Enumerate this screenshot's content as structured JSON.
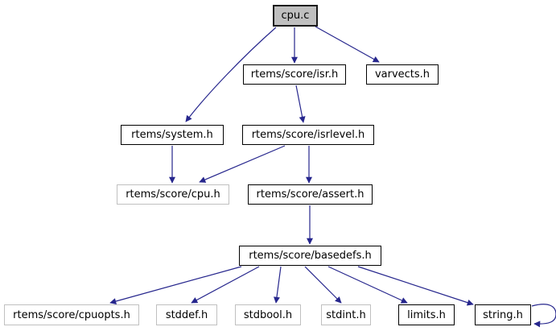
{
  "diagram": {
    "type": "include-dependency-graph",
    "root_file": "cpu.c",
    "background": "#ffffff",
    "edge_color": "#26268d",
    "node_fill": "#ffffff",
    "root_node_fill": "#bfbfbf",
    "external_node_border": "#c0c0c0",
    "linked_node_border": "#000000"
  },
  "graph": {
    "nodes": [
      {
        "id": "cpu_c",
        "label": "cpu.c",
        "kind": "root",
        "clickable": false
      },
      {
        "id": "isr_h",
        "label": "rtems/score/isr.h",
        "kind": "linked",
        "clickable": true
      },
      {
        "id": "varvects_h",
        "label": "varvects.h",
        "kind": "linked",
        "clickable": true
      },
      {
        "id": "system_h",
        "label": "rtems/system.h",
        "kind": "linked",
        "clickable": true
      },
      {
        "id": "isrlevel_h",
        "label": "rtems/score/isrlevel.h",
        "kind": "linked",
        "clickable": true
      },
      {
        "id": "cpu_h",
        "label": "rtems/score/cpu.h",
        "kind": "plain",
        "clickable": false
      },
      {
        "id": "assert_h",
        "label": "rtems/score/assert.h",
        "kind": "linked",
        "clickable": true
      },
      {
        "id": "basedefs_h",
        "label": "rtems/score/basedefs.h",
        "kind": "linked",
        "clickable": true
      },
      {
        "id": "cpuopts_h",
        "label": "rtems/score/cpuopts.h",
        "kind": "plain",
        "clickable": false
      },
      {
        "id": "stddef_h",
        "label": "stddef.h",
        "kind": "plain",
        "clickable": false
      },
      {
        "id": "stdbool_h",
        "label": "stdbool.h",
        "kind": "plain",
        "clickable": false
      },
      {
        "id": "stdint_h",
        "label": "stdint.h",
        "kind": "plain",
        "clickable": false
      },
      {
        "id": "limits_h",
        "label": "limits.h",
        "kind": "linked",
        "clickable": true
      },
      {
        "id": "string_h",
        "label": "string.h",
        "kind": "linked",
        "clickable": true
      }
    ],
    "edges": [
      {
        "from": "cpu_c",
        "to": "system_h"
      },
      {
        "from": "cpu_c",
        "to": "isr_h"
      },
      {
        "from": "cpu_c",
        "to": "varvects_h"
      },
      {
        "from": "isr_h",
        "to": "isrlevel_h"
      },
      {
        "from": "system_h",
        "to": "cpu_h"
      },
      {
        "from": "isrlevel_h",
        "to": "cpu_h"
      },
      {
        "from": "isrlevel_h",
        "to": "assert_h"
      },
      {
        "from": "assert_h",
        "to": "basedefs_h"
      },
      {
        "from": "basedefs_h",
        "to": "cpuopts_h"
      },
      {
        "from": "basedefs_h",
        "to": "stddef_h"
      },
      {
        "from": "basedefs_h",
        "to": "stdbool_h"
      },
      {
        "from": "basedefs_h",
        "to": "stdint_h"
      },
      {
        "from": "basedefs_h",
        "to": "limits_h"
      },
      {
        "from": "basedefs_h",
        "to": "string_h"
      },
      {
        "from": "string_h",
        "to": "string_h"
      }
    ]
  }
}
